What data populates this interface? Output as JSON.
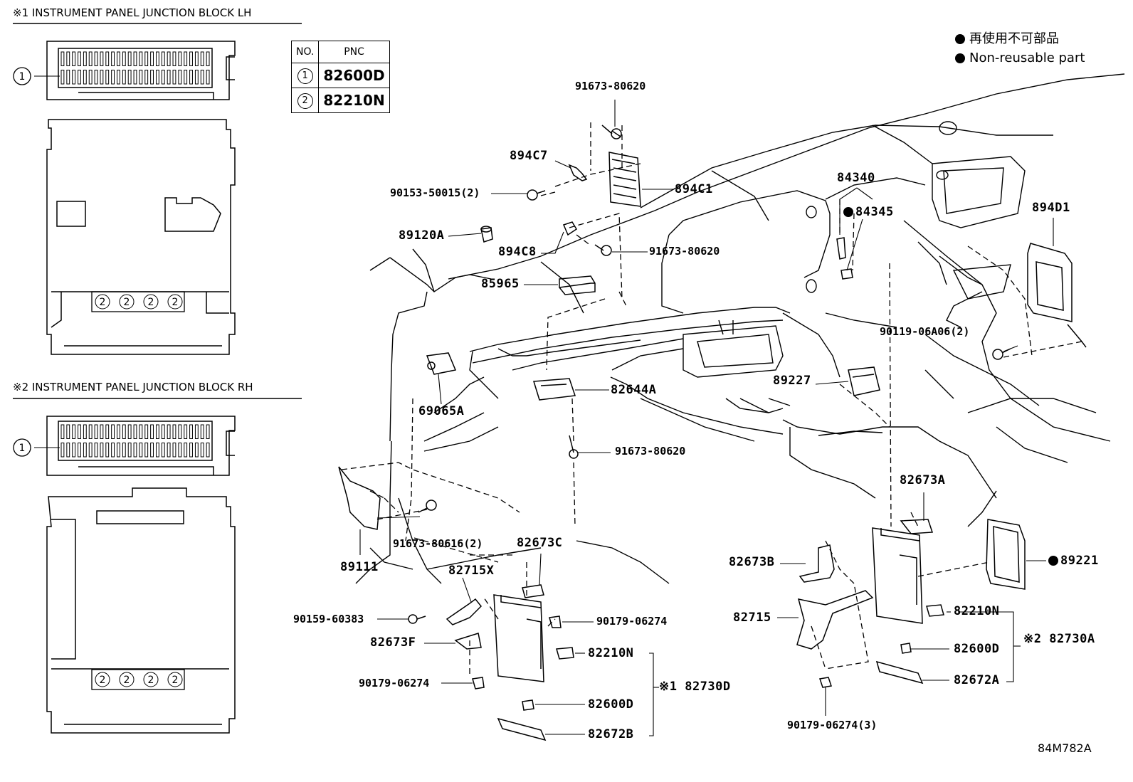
{
  "headers": {
    "lh": "※1 INSTRUMENT PANEL JUNCTION BLOCK LH",
    "rh": "※2 INSTRUMENT PANEL JUNCTION BLOCK RH"
  },
  "table": {
    "col_no": "NO.",
    "col_pnc": "PNC",
    "rows": [
      {
        "no": "1",
        "pnc": "82600D"
      },
      {
        "no": "2",
        "pnc": "82210N"
      }
    ]
  },
  "legend": {
    "jp": "再使用不可部品",
    "en": "Non-reusable part"
  },
  "callouts": {
    "lh_one": "1",
    "rh_one": "1",
    "two": "2"
  },
  "parts": {
    "p91673_80620_top": "91673-80620",
    "p894C7": "894C7",
    "p90153": "90153-50015(2)",
    "p894C1": "894C1",
    "p89120A": "89120A",
    "p894C8": "894C8",
    "p91673_80620_mid": "91673-80620",
    "p85965": "85965",
    "p84340": "84340",
    "p84345": "84345",
    "p894D1": "894D1",
    "p90119": "90119-06A06(2)",
    "p89227": "89227",
    "p69065A": "69065A",
    "p82644A": "82644A",
    "p91673_80620_low": "91673-80620",
    "p82673A": "82673A",
    "p89221": "89221",
    "p91673_80616": "91673-80616(2)",
    "p89111": "89111",
    "p82673C": "82673C",
    "p82715X": "82715X",
    "p82673B": "82673B",
    "p82210N_r": "82210N",
    "p90159": "90159-60383",
    "p90179_a": "90179-06274",
    "p82715": "82715",
    "p82730A": "※2 82730A",
    "p82673F": "82673F",
    "p82210N_l": "82210N",
    "p82600D_r": "82600D",
    "p90179_b": "90179-06274",
    "p82730D": "※1 82730D",
    "p82672A": "82672A",
    "p82600D_l": "82600D",
    "p90179_c": "90179-06274(3)",
    "p82672B": "82672B"
  },
  "figure_id": "84M782A"
}
